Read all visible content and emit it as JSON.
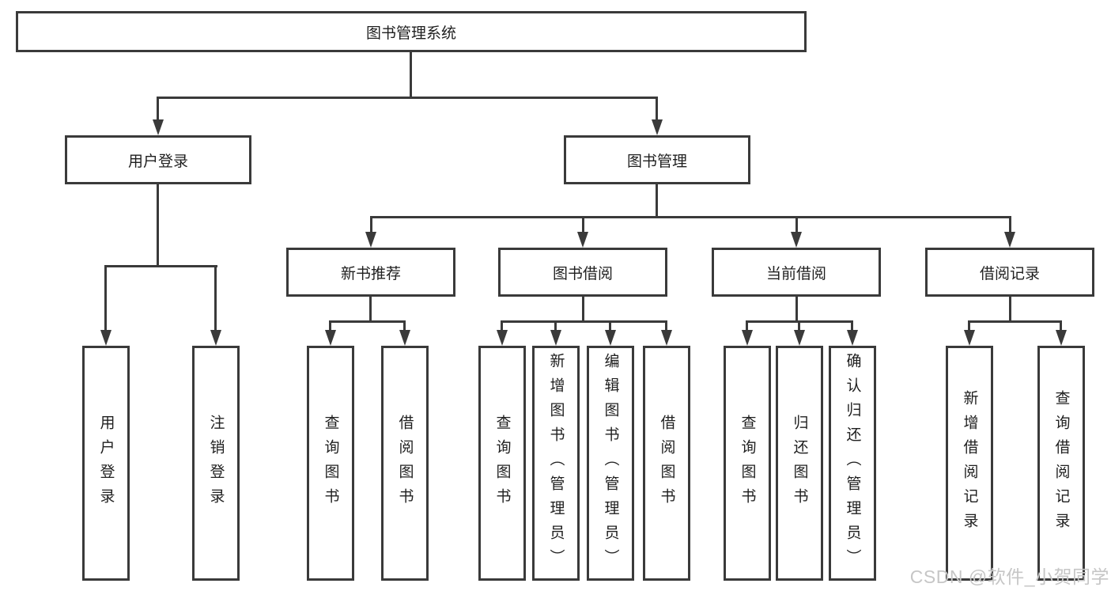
{
  "page": {
    "background": "#ffffff",
    "line_color": "#3a3a3a",
    "text_color": "#1f1f1f",
    "watermark_color": "#c6c6c6"
  },
  "diagram": {
    "root": {
      "label": "图书管理系统"
    },
    "user_login": {
      "label": "用户登录",
      "children": [
        {
          "label": "用户登录"
        },
        {
          "label": "注销登录"
        }
      ]
    },
    "book_management": {
      "label": "图书管理",
      "sections": [
        {
          "label": "新书推荐",
          "children": [
            {
              "label": "查询图书"
            },
            {
              "label": "借阅图书"
            }
          ]
        },
        {
          "label": "图书借阅",
          "children": [
            {
              "label": "查询图书"
            },
            {
              "label": "新增图书（管理员）"
            },
            {
              "label": "编辑图书（管理员）"
            },
            {
              "label": "借阅图书"
            }
          ]
        },
        {
          "label": "当前借阅",
          "children": [
            {
              "label": "查询图书"
            },
            {
              "label": "归还图书"
            },
            {
              "label": "确认归还（管理员）"
            }
          ]
        },
        {
          "label": "借阅记录",
          "children": [
            {
              "label": "新增借阅记录"
            },
            {
              "label": "查询借阅记录"
            }
          ]
        }
      ]
    }
  },
  "watermark": {
    "text": "CSDN @软件_小贺同学"
  }
}
